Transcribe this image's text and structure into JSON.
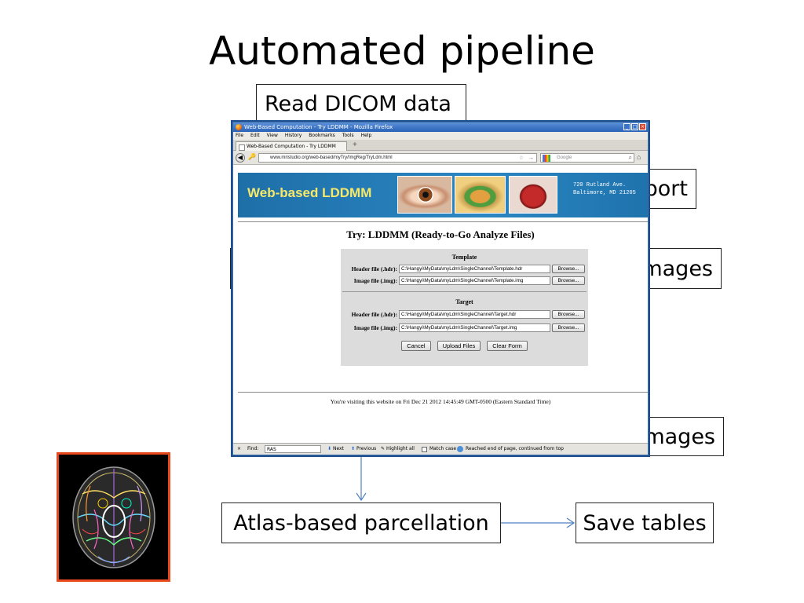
{
  "slide": {
    "title": "Automated pipeline",
    "boxes": {
      "read_dicom": "Read DICOM data",
      "export_partial": "port",
      "images_top_partial": "mages",
      "images_bottom_partial": "mages",
      "atlas": "Atlas-based parcellation",
      "save_tables": "Save tables"
    }
  },
  "browser": {
    "window_title": "Web-Based Computation - Try LDDMM - Mozilla Firefox",
    "menu": [
      "File",
      "Edit",
      "View",
      "History",
      "Bookmarks",
      "Tools",
      "Help"
    ],
    "tab_label": "Web-Based Computation - Try LDDMM",
    "new_tab": "+",
    "url": "www.mristudio.org/web-based/myTry/ImgReg/TryLdm.html",
    "search_placeholder": "Google",
    "banner_title": "Web-based LDDMM",
    "address_line1": "720 Rutland Ave.",
    "address_line2": "Baltimore, MD 21205",
    "page_heading": "Try: LDDMM (Ready-to-Go Analyze Files)",
    "template_label": "Template",
    "target_label": "Target",
    "header_label": "Header file (.hdr):",
    "image_label": "Image file (.img):",
    "template_hdr_value": "C:\\Hangyi\\MyData\\myLdm\\SingleChannel\\Template.hdr",
    "template_img_value": "C:\\Hangyi\\MyData\\myLdm\\SingleChannel\\Template.img",
    "target_hdr_value": "C:\\Hangyi\\MyData\\myLdm\\SingleChannel\\Target.hdr",
    "target_img_value": "C:\\Hangyi\\MyData\\myLdm\\SingleChannel\\Target.img",
    "browse": "Browse...",
    "cancel": "Cancel",
    "upload": "Upload Files",
    "clear": "Clear Form",
    "footer": "You're visiting this website on Fri Dec 21 2012 14:45:49 GMT-0500 (Eastern Standard Time)",
    "find": {
      "close": "×",
      "label": "Find:",
      "value": "RAS",
      "next": "Next",
      "previous": "Previous",
      "highlight": "Highlight all",
      "match_case": "Match case",
      "status": "Reached end of page, continued from top"
    }
  },
  "colors": {
    "accent_line": "#4f81bd",
    "brain_border": "#e8481e",
    "banner_title": "#f6e86a"
  }
}
